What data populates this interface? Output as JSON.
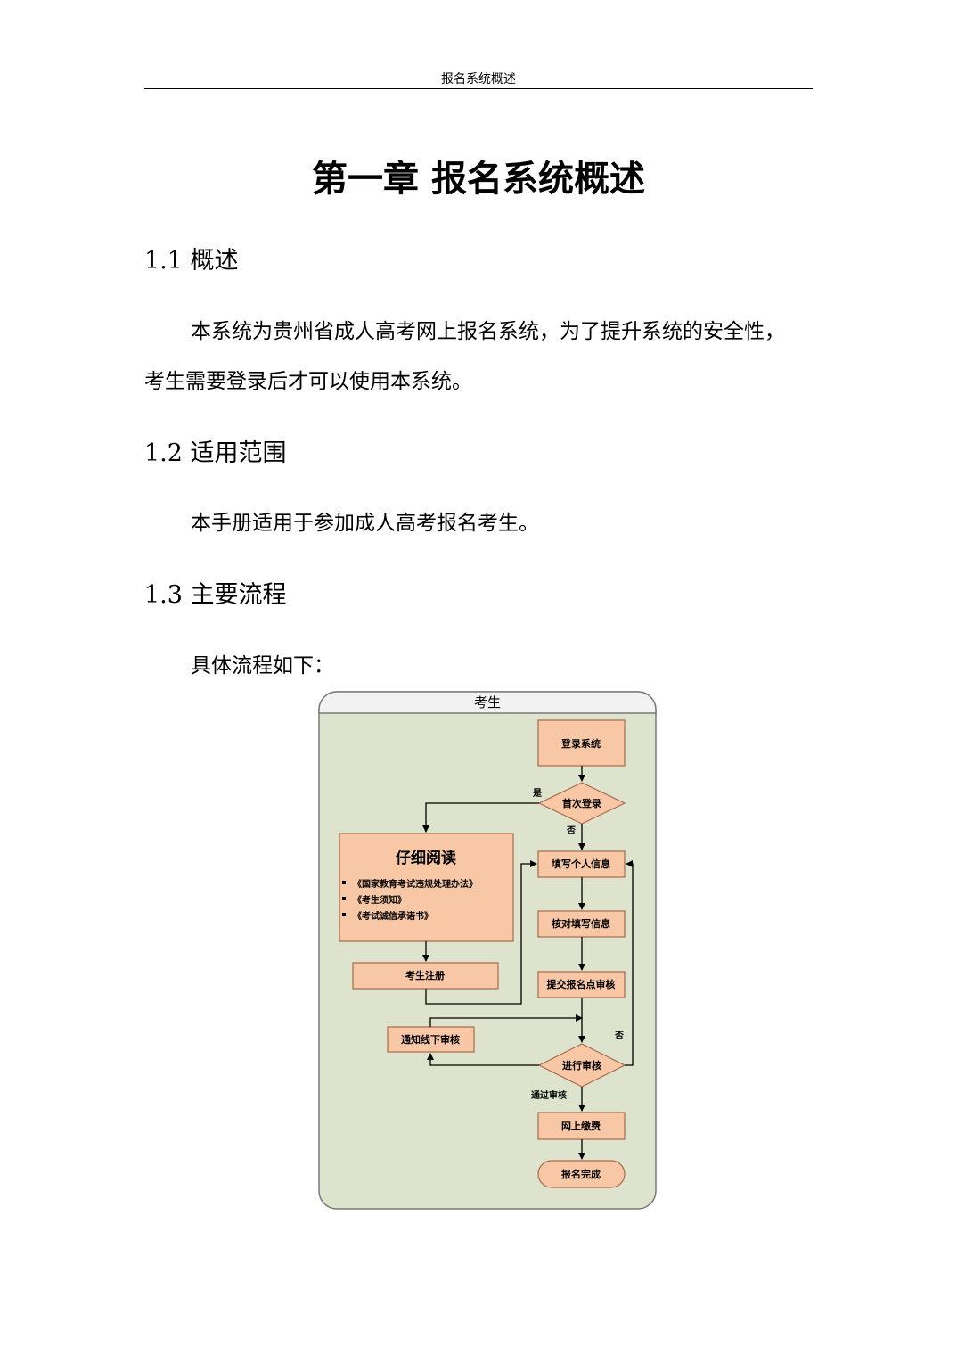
{
  "page": {
    "running_header": "报名系统概述",
    "chapter_title": "第一章 报名系统概述"
  },
  "sections": [
    {
      "heading": "1.1 概述",
      "paragraph_line1": "本系统为贵州省成人高考网上报名系统，为了提升系统的安全性，",
      "paragraph_line2": "考生需要登录后才可以使用本系统。"
    },
    {
      "heading": "1.2 适用范围",
      "paragraph": "本手册适用于参加成人高考报名考生。"
    },
    {
      "heading": "1.3 主要流程",
      "paragraph": "具体流程如下："
    }
  ],
  "flowchart": {
    "lane_title": "考生",
    "colors": {
      "lane_bg": "#dde3cc",
      "header_bg": "#f2f2f2",
      "node_fill": "#f8c8a6",
      "node_stroke": "#a8694b"
    },
    "nodes": {
      "login": "登录系统",
      "first_login": "首次登录",
      "read_title": "仔细阅读",
      "read_items": [
        "《国家教育考试违规处理办法》",
        "《考生须知》",
        "《考试诚信承诺书》"
      ],
      "register": "考生注册",
      "fill_info": "填写个人信息",
      "check_info": "核对填写信息",
      "submit": "提交报名点审核",
      "offline_notice": "通知线下审核",
      "review": "进行审核",
      "pay": "网上缴费",
      "done": "报名完成"
    },
    "edge_labels": {
      "yes": "是",
      "no_first": "否",
      "no_review": "否",
      "pass": "通过审核"
    }
  }
}
